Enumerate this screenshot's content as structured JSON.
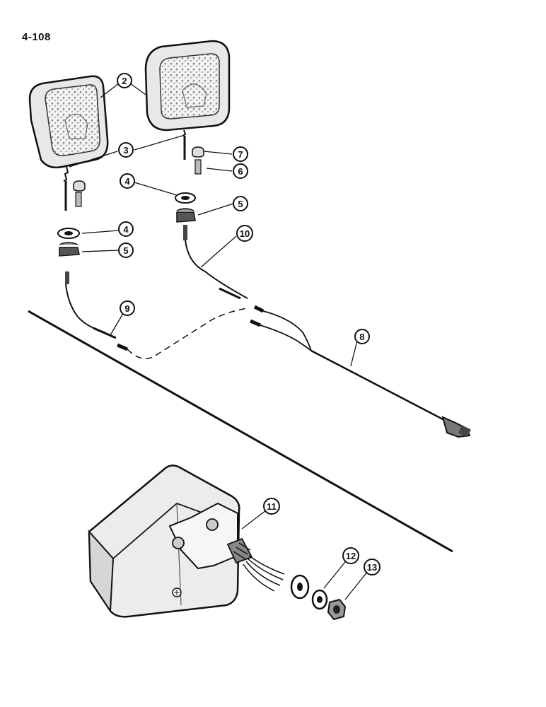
{
  "page": {
    "number": "4-108"
  },
  "callouts": [
    {
      "id": "c2",
      "label": "2"
    },
    {
      "id": "c3a",
      "label": "3"
    },
    {
      "id": "c7",
      "label": "7"
    },
    {
      "id": "c6",
      "label": "6"
    },
    {
      "id": "c4a",
      "label": "4"
    },
    {
      "id": "c5a",
      "label": "5"
    },
    {
      "id": "c4b",
      "label": "4"
    },
    {
      "id": "c5b",
      "label": "5"
    },
    {
      "id": "c10",
      "label": "10"
    },
    {
      "id": "c9",
      "label": "9"
    },
    {
      "id": "c8",
      "label": "8"
    },
    {
      "id": "c11",
      "label": "11"
    },
    {
      "id": "c12",
      "label": "12"
    },
    {
      "id": "c13",
      "label": "13"
    }
  ]
}
